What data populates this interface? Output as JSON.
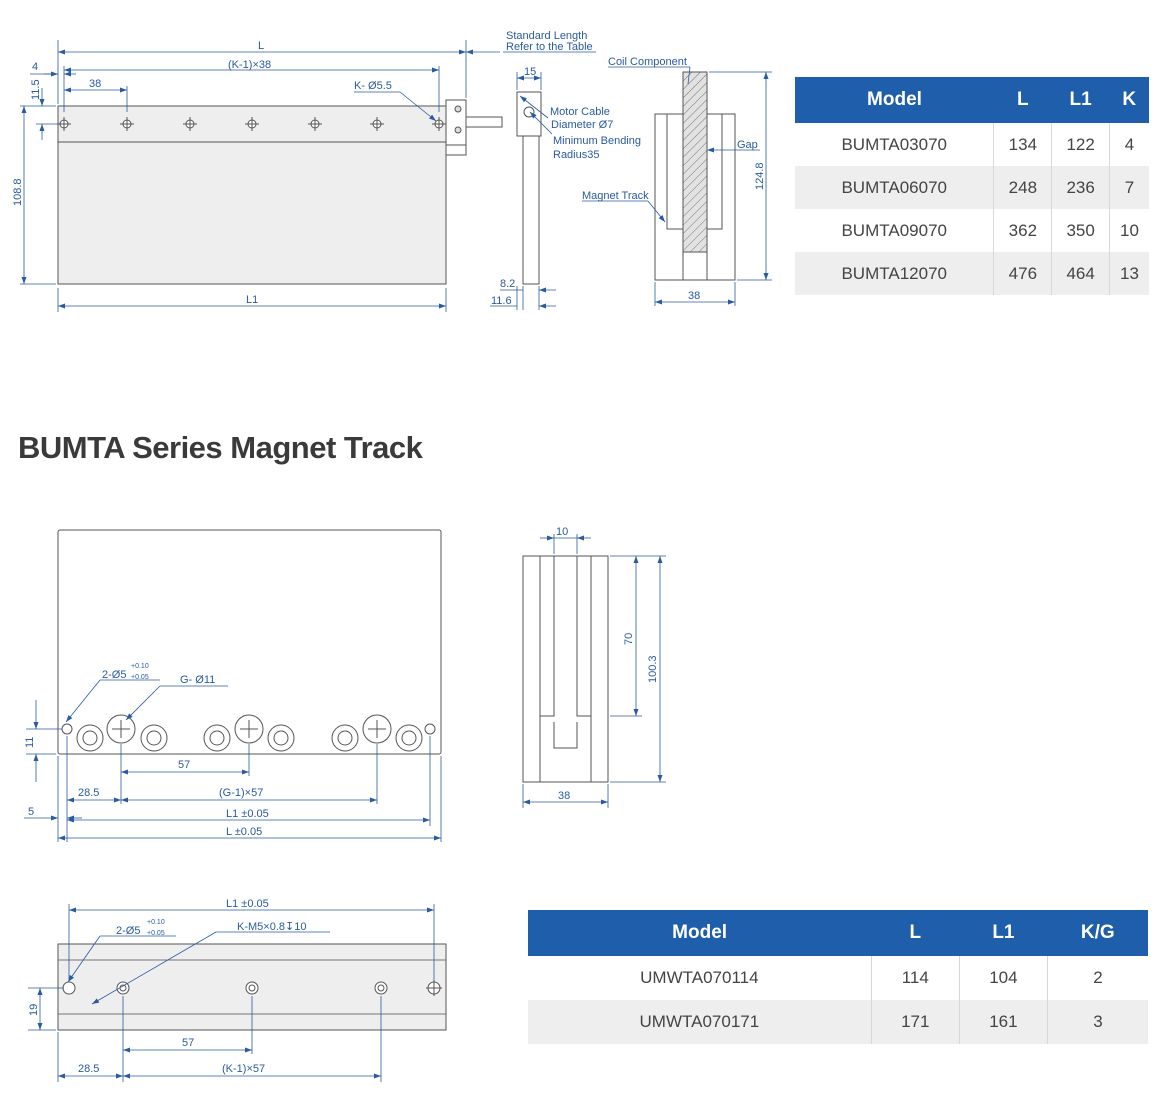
{
  "top_drawing": {
    "labels": {
      "L": "L",
      "k_pitch": "(K-1)×38",
      "four": "4",
      "thirty_eight": "38",
      "k_holes": "K- Ø5.5",
      "eleven_five": "11.5",
      "height": "108.8",
      "L1": "L1",
      "standard_length_1": "Standard Length",
      "standard_length_2": "Refer to the Table",
      "fifteen": "15",
      "cable_1": "Motor Cable",
      "cable_2": "Diameter Ø7",
      "cable_3": "Minimum Bending",
      "cable_4": "Radius35",
      "eight_two": "8.2",
      "eleven_six": "11.6",
      "coil_component": "Coil Component",
      "gap": "Gap",
      "magnet_track": "Magnet Track",
      "total_height": "124.8",
      "width38": "38"
    }
  },
  "section_title": "BUMTA Series Magnet Track",
  "table1": {
    "headers": [
      "Model",
      "L",
      "L1",
      "K"
    ],
    "rows": [
      [
        "BUMTA03070",
        "134",
        "122",
        "4"
      ],
      [
        "BUMTA06070",
        "248",
        "236",
        "7"
      ],
      [
        "BUMTA09070",
        "362",
        "350",
        "10"
      ],
      [
        "BUMTA12070",
        "476",
        "464",
        "13"
      ]
    ]
  },
  "middle_drawing": {
    "labels": {
      "two_phi5": "2-Ø5",
      "tol_plus": "+0.10",
      "tol_minus": "+0.05",
      "g_phi11": "G- Ø11",
      "eleven": "11",
      "fifty_seven": "57",
      "twenty_eight_five": "28.5",
      "g_pitch": "(G-1)×57",
      "five": "5",
      "L1_tol": "L1 ±0.05",
      "L_tol": "L ±0.05",
      "ten": "10",
      "seventy": "70",
      "hundred_three": "100.3",
      "thirty_eight": "38"
    }
  },
  "bottom_drawing": {
    "labels": {
      "L1_tol": "L1 ±0.05",
      "two_phi5": "2-Ø5",
      "tol_plus": "+0.10",
      "tol_minus": "+0.05",
      "k_m5": "K-M5×0.8↧10",
      "nineteen": "19",
      "fifty_seven": "57",
      "twenty_eight_five": "28.5",
      "k_pitch": "(K-1)×57"
    }
  },
  "table2": {
    "headers": [
      "Model",
      "L",
      "L1",
      "K/G"
    ],
    "rows": [
      [
        "UMWTA070114",
        "114",
        "104",
        "2"
      ],
      [
        "UMWTA070171",
        "171",
        "161",
        "3"
      ]
    ]
  },
  "colors": {
    "accent": "#1f5eaa",
    "dimension": "#2a5aa0",
    "row_alt": "#eeeeee"
  }
}
